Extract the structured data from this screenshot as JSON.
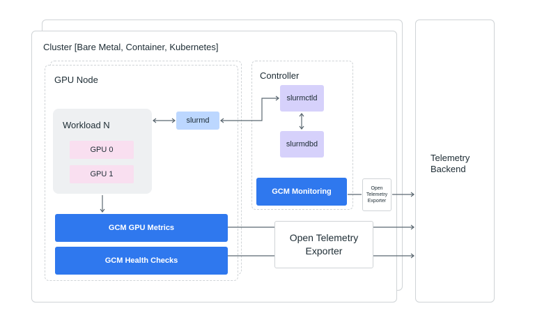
{
  "cluster": {
    "title": "Cluster [Bare Metal, Container, Kubernetes]"
  },
  "gpu_node": {
    "title": "GPU Node",
    "workload": {
      "title": "Workload N",
      "gpus": [
        "GPU 0",
        "GPU 1"
      ]
    },
    "slurmd": "slurmd",
    "metrics_label": "GCM GPU Metrics",
    "health_label": "GCM Health Checks"
  },
  "controller": {
    "title": "Controller",
    "slurmctld": "slurmctld",
    "slurmdbd": "slurmdbd",
    "monitoring_label": "GCM Monitoring"
  },
  "exporters": {
    "small": "Open Telemetry Exporter",
    "large": "Open Telemetry Exporter"
  },
  "backend": {
    "title": "Telemetry Backend"
  }
}
